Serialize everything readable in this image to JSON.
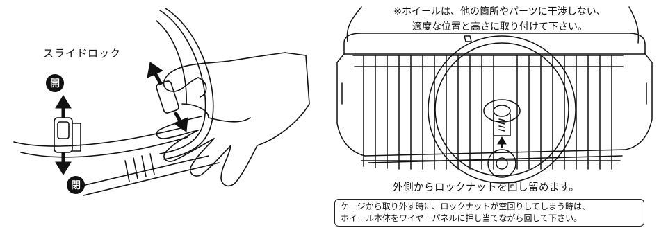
{
  "left_panel": {
    "slide_lock_label": "スライドロック",
    "open_badge": "開",
    "close_badge": "閉"
  },
  "right_panel": {
    "note_line1": "※ホイールは、他の箇所やパーツに干渉しない、",
    "note_line2": "適度な位置と高さに取り付けて下さい。",
    "caption": "外側からロックナットを回し留めます。",
    "tip_line1": "ケージから取り外す時に、ロックナットが空回りしてしまう時は、",
    "tip_line2": "ホイール本体をワイヤーパネルに押し当てながら回して下さい。"
  }
}
